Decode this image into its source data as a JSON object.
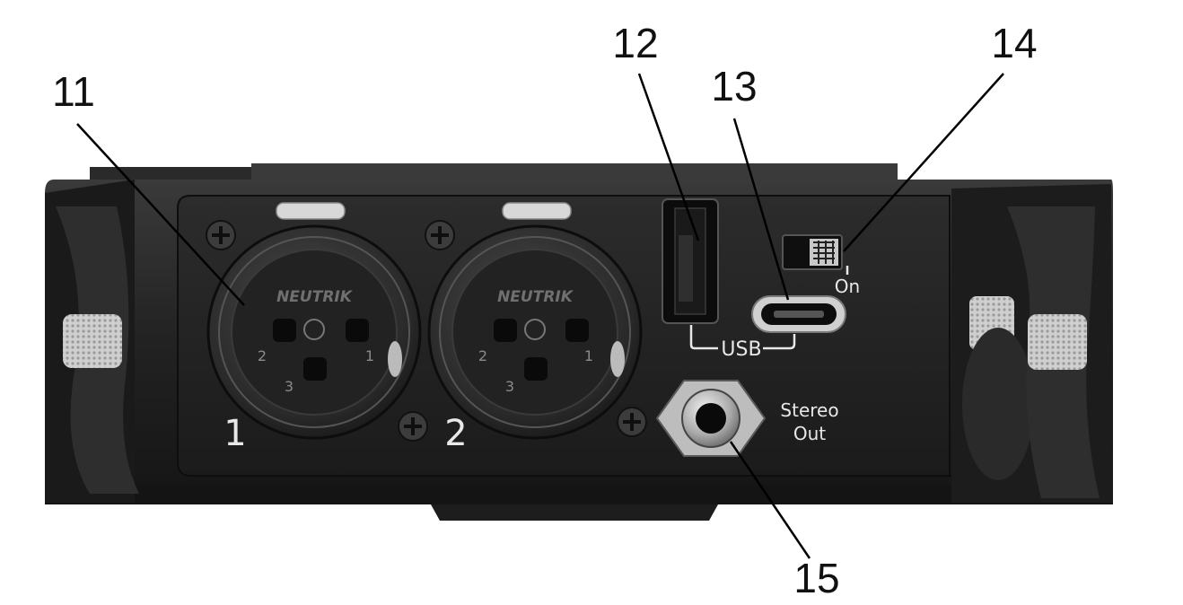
{
  "callouts": {
    "c11": "11",
    "c12": "12",
    "c13": "13",
    "c14": "14",
    "c15": "15"
  },
  "panel": {
    "input_1": "1",
    "input_2": "2",
    "usb": "USB",
    "power_on": "On",
    "stereo_out_line1": "Stereo",
    "stereo_out_line2": "Out"
  },
  "xlr": {
    "brand": "NEUTRIK",
    "pin1": "1",
    "pin2": "2",
    "pin3": "3"
  }
}
